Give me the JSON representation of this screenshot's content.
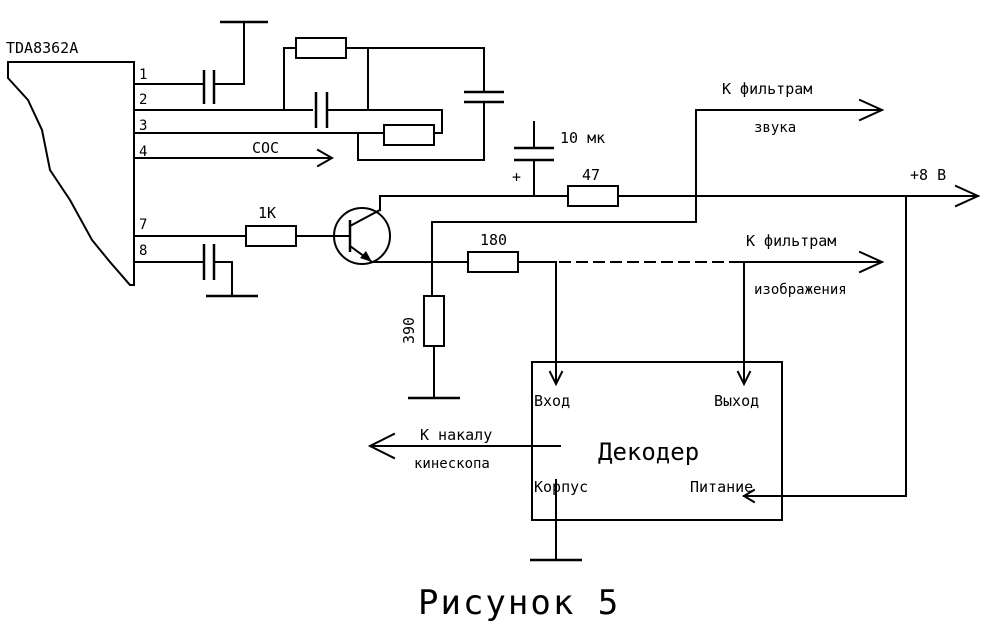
{
  "chip": {
    "name": "TDA8362A",
    "pins": [
      "1",
      "2",
      "3",
      "4",
      "7",
      "8"
    ]
  },
  "labels": {
    "cos": "СОС",
    "r_1k": "1K",
    "r_180": "180",
    "r_390": "390",
    "r_47": "47",
    "cap_10": "10 мк",
    "cap_plus": "+",
    "supply": "+8 В",
    "sound_filters_1": "К фильтрам",
    "sound_filters_2": "звука",
    "image_filters_1": "К фильтрам",
    "image_filters_2": "изображения",
    "heater_1": "К накалу",
    "heater_2": "кинескопа"
  },
  "decoder": {
    "title": "Декодер",
    "input": "Вход",
    "output": "Выход",
    "ground": "Корпус",
    "power": "Питание"
  },
  "caption": "Рисунок 5"
}
